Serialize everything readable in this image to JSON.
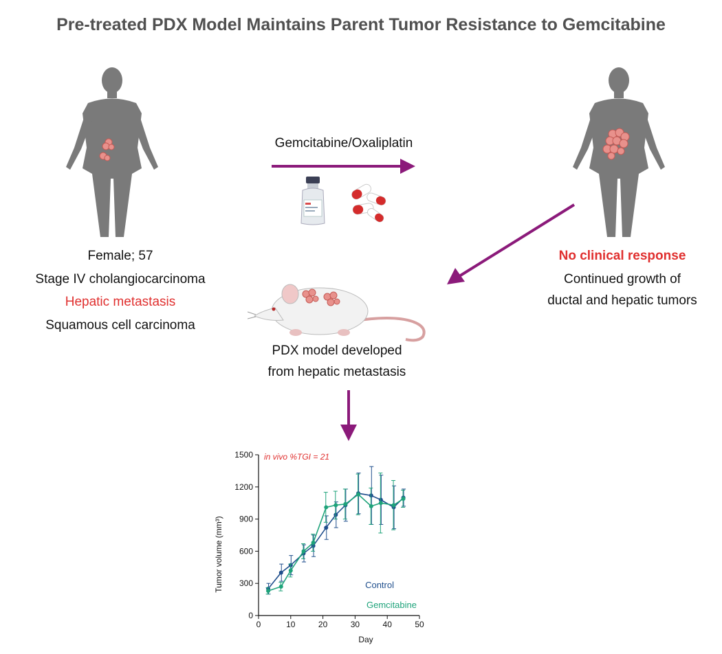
{
  "title": "Pre-treated PDX Model Maintains Parent Tumor Resistance to Gemcitabine",
  "patient": {
    "line1": "Female; 57",
    "line2": "Stage IV cholangiocarcinoma",
    "line3": "Hepatic metastasis",
    "line4": "Squamous cell carcinoma"
  },
  "treatment": {
    "label": "Gemcitabine/Oxaliplatin"
  },
  "response": {
    "heading": "No clinical response",
    "line1": "Continued growth of",
    "line2": "ductal and hepatic tumors"
  },
  "pdx": {
    "line1": "PDX model developed",
    "line2": "from hepatic metastasis"
  },
  "colors": {
    "arrow": "#8b1a7a",
    "body": "#7a7a7a",
    "tumor": "#e8918c",
    "highlight_red": "#e0302f",
    "title_gray": "#505050",
    "control": "#1f4e8c",
    "gemcitabine": "#1ea37a"
  },
  "chart_data": {
    "type": "line",
    "annotation": "in vivo %TGI = 21",
    "xlabel": "Day",
    "ylabel": "Tumor volume (mm³)",
    "xlim": [
      0,
      50
    ],
    "ylim": [
      0,
      1500
    ],
    "xticks": [
      0,
      10,
      20,
      30,
      40,
      50
    ],
    "yticks": [
      0,
      300,
      600,
      900,
      1200,
      1500
    ],
    "series": [
      {
        "name": "Control",
        "color": "#1f4e8c",
        "x": [
          3,
          7,
          10,
          14,
          17,
          21,
          24,
          27,
          31,
          35,
          38,
          42,
          45
        ],
        "y": [
          250,
          400,
          470,
          580,
          650,
          820,
          940,
          1030,
          1140,
          1120,
          1080,
          1010,
          1100
        ],
        "err": [
          50,
          80,
          90,
          80,
          100,
          110,
          120,
          150,
          190,
          270,
          230,
          200,
          80
        ]
      },
      {
        "name": "Gemcitabine",
        "color": "#1ea37a",
        "x": [
          3,
          7,
          10,
          14,
          17,
          21,
          24,
          27,
          31,
          35,
          38,
          42,
          45
        ],
        "y": [
          230,
          270,
          420,
          600,
          680,
          1010,
          1030,
          1040,
          1130,
          1020,
          1050,
          1030,
          1090
        ],
        "err": [
          30,
          40,
          60,
          70,
          80,
          140,
          130,
          140,
          190,
          170,
          280,
          230,
          80
        ]
      }
    ]
  }
}
